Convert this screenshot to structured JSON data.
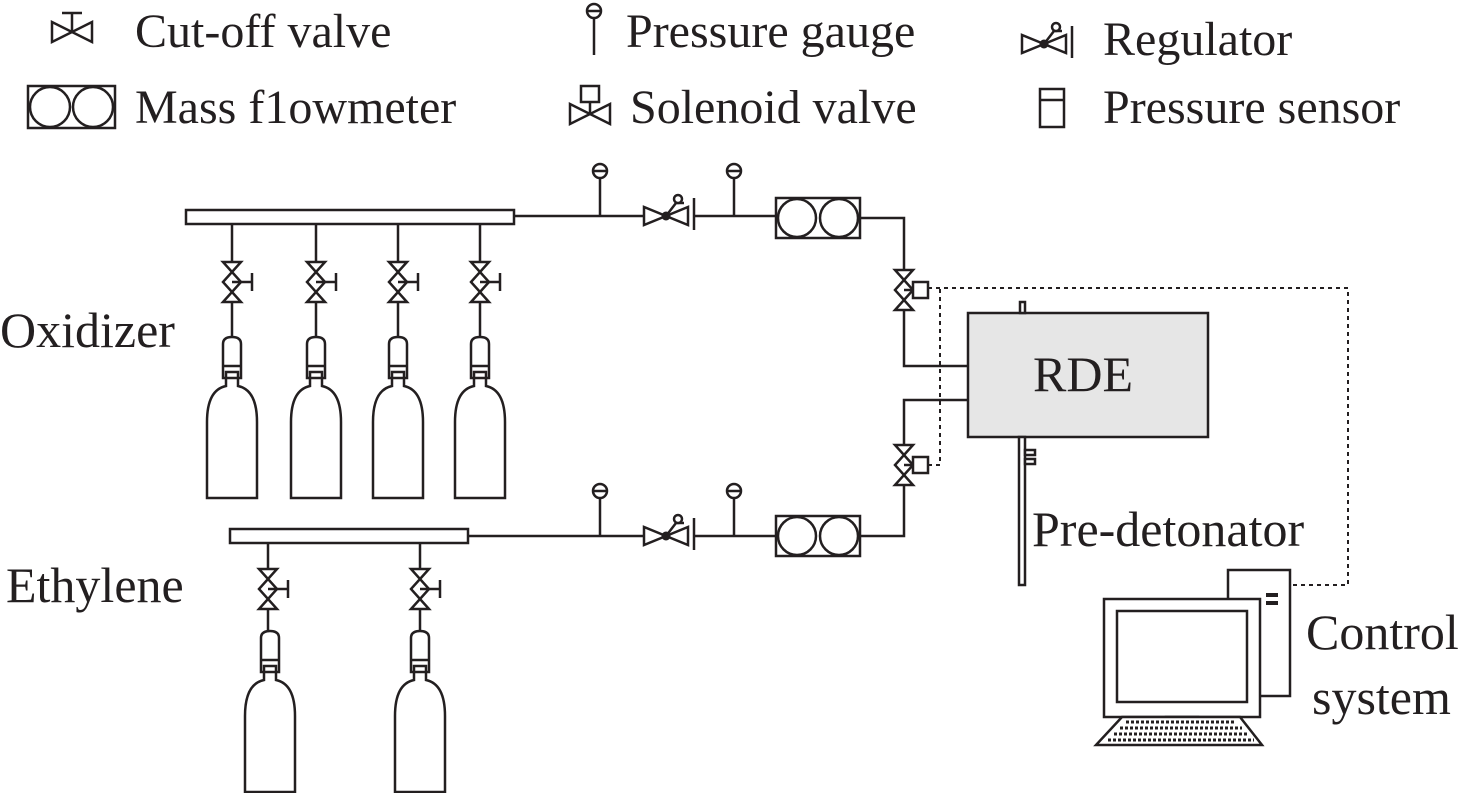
{
  "legend": {
    "cutoff_valve": "Cut-off valve",
    "pressure_gauge": "Pressure gauge",
    "regulator": "Regulator",
    "mass_flowmeter": "Mass f1owmeter",
    "solenoid_valve": "Solenoid valve",
    "pressure_sensor": "Pressure sensor"
  },
  "labels": {
    "oxidizer": "Oxidizer",
    "ethylene": "Ethylene",
    "rde": "RDE",
    "pre_detonator": "Pre-detonator",
    "control_line1": "Control",
    "control_line2": "system"
  },
  "colors": {
    "line": "#231f20",
    "rde_fill": "#e6e6e6",
    "background": "#ffffff"
  },
  "icons": [
    "cutoff-valve-icon",
    "pressure-gauge-icon",
    "regulator-icon",
    "mass-flowmeter-icon",
    "solenoid-valve-icon",
    "pressure-sensor-icon",
    "gas-cylinder-icon",
    "computer-icon"
  ]
}
